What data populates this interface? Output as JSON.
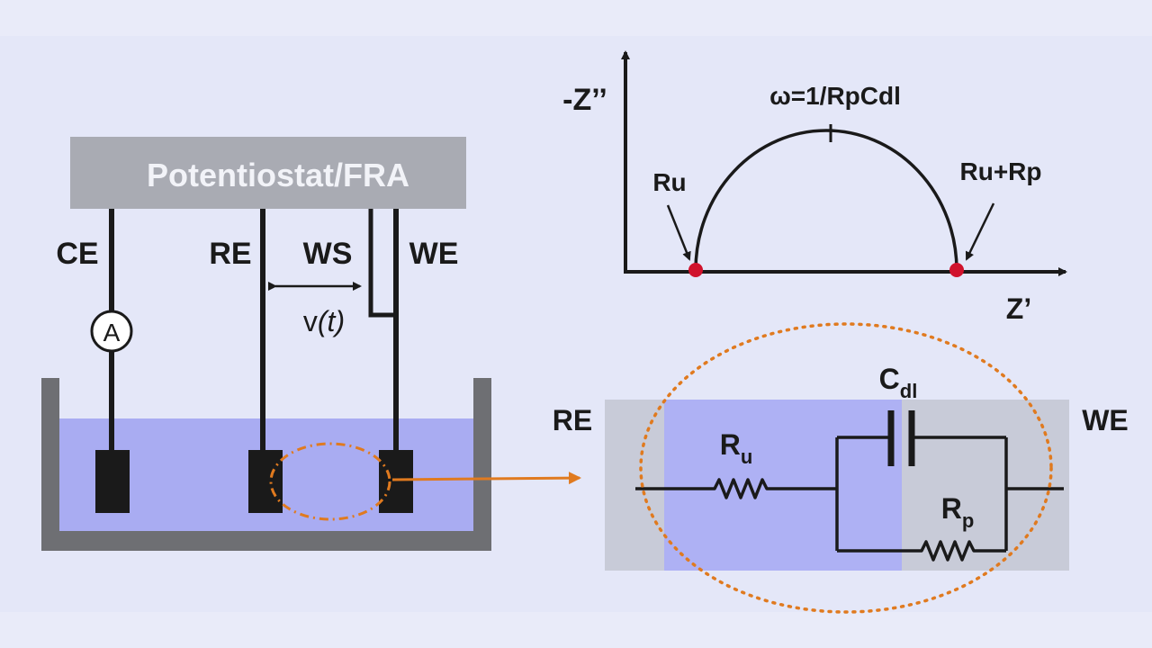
{
  "colors": {
    "background": "#e9ebf9",
    "potentiostat_box": "#a9abb3",
    "potentiostat_text": "#f2f3f8",
    "electrolyte": "#a9acf2",
    "container": "#6e6f73",
    "wire": "#1a1a1a",
    "highlight": "#e07a1f",
    "nyquist_point": "#d0122c",
    "circuit_region_blue": "#aeb1f4",
    "circuit_region_gray": "#c8cbd8"
  },
  "cell": {
    "potentiostat_label": "Potentiostat/FRA",
    "ce_label": "CE",
    "re_label": "RE",
    "ws_label": "WS",
    "we_label": "WE",
    "ammeter_symbol": "A",
    "voltage_label_prefix": "v",
    "voltage_label_italic": "(t)"
  },
  "nyquist": {
    "y_axis_label": "-Z’’",
    "x_axis_label": "Z’",
    "peak_label": "ω=1/RpCdl",
    "left_point_label": "Ru",
    "right_point_label": "Ru+Rp"
  },
  "circuit": {
    "re_label": "RE",
    "we_label": "WE",
    "ru_main": "R",
    "ru_sub": "u",
    "cdl_main": "C",
    "cdl_sub": "dl",
    "rp_main": "R",
    "rp_sub": "p"
  }
}
